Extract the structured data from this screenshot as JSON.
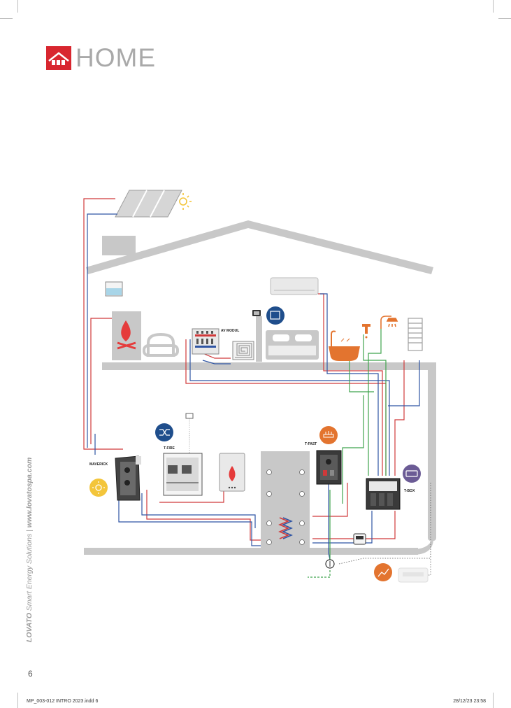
{
  "header": {
    "title": "HOME"
  },
  "labels": {
    "av_modul": "AV MODUL",
    "t_fire": "T-FIRE",
    "t_fast": "T-FAST",
    "maverick": "MAVERICK",
    "t_box": "T-BOX"
  },
  "sidebar": {
    "brand": "LOVATO",
    "tagline": "Smart Energy Solutions",
    "separator": "|",
    "url": "www.lovatospa.com"
  },
  "footer": {
    "page_number": "6",
    "file": "MP_003-012 INTRO 2023.indd   6",
    "timestamp": "28/12/23   23:58"
  },
  "colors": {
    "accent_red": "#d8262f",
    "hot_pipe": "#d0393a",
    "cold_pipe": "#2f55a4",
    "green_pipe": "#3fa34d",
    "house_grey": "#c8c8c8",
    "navy_badge": "#1f4e8c",
    "orange_badge": "#e3742f",
    "yellow_badge": "#f3c53b",
    "purple_badge": "#6b5b95"
  },
  "icons": [
    "house-logo-icon",
    "sun-icon",
    "fireplace-icon",
    "armchair-icon",
    "bed-icon",
    "bathtub-icon",
    "faucet-icon",
    "shower-icon",
    "towel-radiator-icon",
    "air-conditioner-icon",
    "thermostat-icon",
    "floor-heating-icon",
    "boiler-flame-icon",
    "meter-icon"
  ]
}
